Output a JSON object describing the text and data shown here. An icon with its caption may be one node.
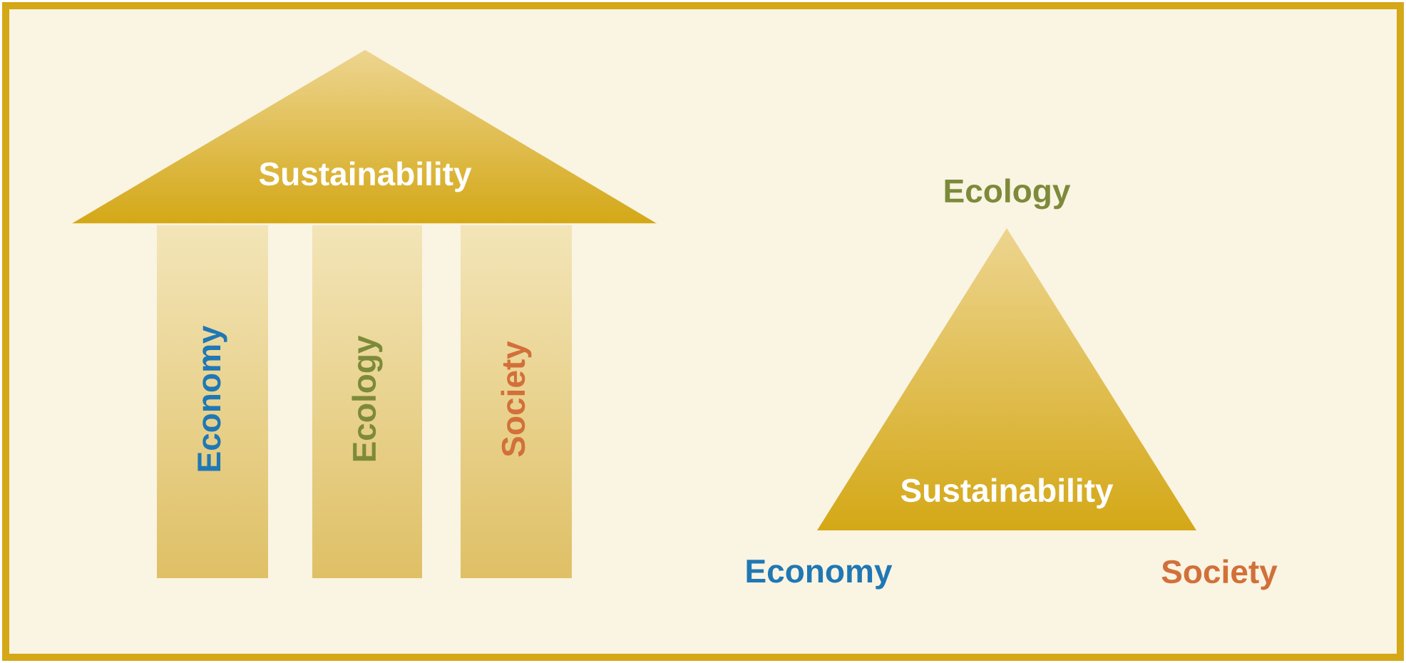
{
  "diagram": {
    "nodes": [
      {
        "text": [
          "Sustainability"
        ]
      },
      {
        "text": [
          "Economy"
        ]
      },
      {
        "text": [
          "Ecology"
        ]
      },
      {
        "text": [
          "Society"
        ]
      },
      {
        "text": [
          "Sustainability"
        ]
      }
    ],
    "labels": [
      "Ecology",
      "Economy",
      "Society"
    ]
  }
}
